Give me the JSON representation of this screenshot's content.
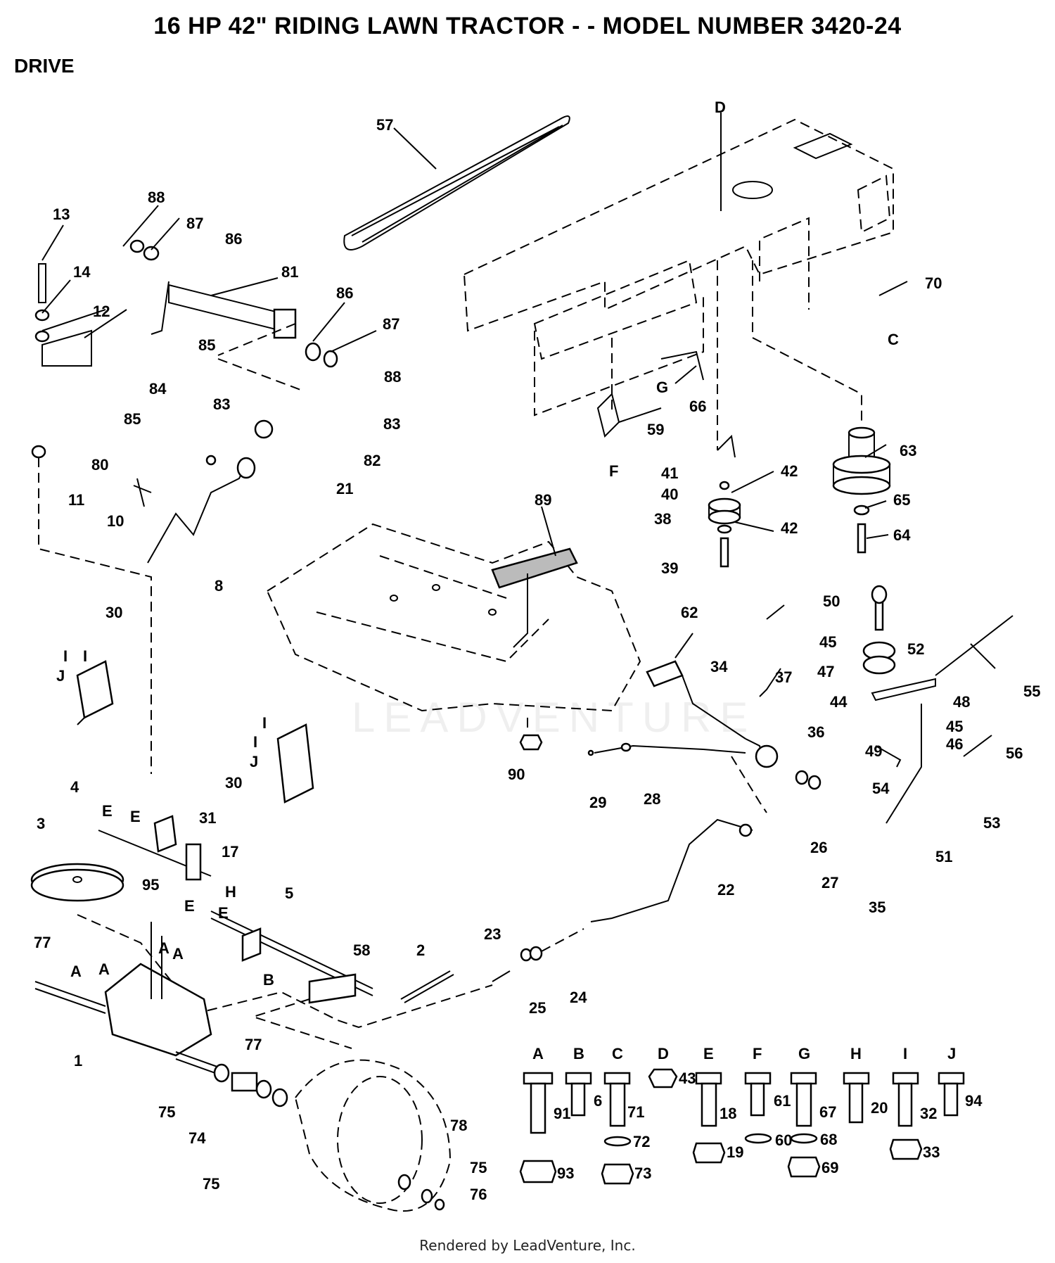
{
  "title": "16 HP 42\" RIDING LAWN TRACTOR - - MODEL NUMBER 3420-24",
  "section": "DRIVE",
  "footer": "Rendered by LeadVenture, Inc.",
  "watermark": "LEADVENTURE",
  "callouts": {
    "c57": "57",
    "cD": "D",
    "c13": "13",
    "c88a": "88",
    "c87a": "87",
    "c86a": "86",
    "c14": "14",
    "c81": "81",
    "c12": "12",
    "c85a": "85",
    "c86b": "86",
    "c87b": "87",
    "c88b": "88",
    "c84": "84",
    "c85b": "85",
    "c80": "80",
    "c83a": "83",
    "c83b": "83",
    "c82": "82",
    "c21": "21",
    "c11": "11",
    "c10": "10",
    "c8": "8",
    "c70": "70",
    "cC": "C",
    "cG": "G",
    "c66": "66",
    "c59": "59",
    "cF": "F",
    "c63": "63",
    "c41": "41",
    "c42a": "42",
    "c40": "40",
    "c38": "38",
    "c42b": "42",
    "c39": "39",
    "c65": "65",
    "c64": "64",
    "c89": "89",
    "c30a": "30",
    "cIa": "I",
    "cIb": "I",
    "cJa": "J",
    "c62": "62",
    "c50": "50",
    "c45a": "45",
    "c52": "52",
    "c55": "55",
    "c47": "47",
    "c34": "34",
    "c37": "37",
    "c44": "44",
    "c48": "48",
    "c45b": "45",
    "c46": "46",
    "c56": "56",
    "c49": "49",
    "c36": "36",
    "c30b": "30",
    "cIc": "I",
    "cId": "I",
    "cJb": "J",
    "c90": "90",
    "c29": "29",
    "c28": "28",
    "c54": "54",
    "c51": "51",
    "c53": "53",
    "c4": "4",
    "cE1": "E",
    "cE2": "E",
    "c31": "31",
    "c17": "17",
    "c3": "3",
    "c95": "95",
    "cH": "H",
    "c26": "26",
    "c27": "27",
    "c22": "22",
    "c35": "35",
    "cE3": "E",
    "cE4": "E",
    "c5": "5",
    "c77a": "77",
    "cA1": "A",
    "cA2": "A",
    "cA3": "A",
    "cA4": "A",
    "cB": "B",
    "c58": "58",
    "c2": "2",
    "c23": "23",
    "c24": "24",
    "c25": "25",
    "c77b": "77",
    "c1": "1",
    "c75a": "75",
    "c74": "74",
    "c75b": "75",
    "c78": "78",
    "c75c": "75",
    "c76": "76"
  },
  "hardware": [
    {
      "letter": "A",
      "bolt": "91",
      "nut": "93",
      "washer": ""
    },
    {
      "letter": "B",
      "bolt": "6",
      "nut": "",
      "washer": ""
    },
    {
      "letter": "C",
      "bolt": "71",
      "nut": "73",
      "washer": "72"
    },
    {
      "letter": "D",
      "bolt": "",
      "nut": "43",
      "washer": ""
    },
    {
      "letter": "E",
      "bolt": "18",
      "nut": "19",
      "washer": ""
    },
    {
      "letter": "F",
      "bolt": "61",
      "nut": "",
      "washer": "60"
    },
    {
      "letter": "G",
      "bolt": "67",
      "nut": "69",
      "washer": "68"
    },
    {
      "letter": "H",
      "bolt": "20",
      "nut": "",
      "washer": ""
    },
    {
      "letter": "I",
      "bolt": "32",
      "nut": "33",
      "washer": ""
    },
    {
      "letter": "J",
      "bolt": "94",
      "nut": "",
      "washer": ""
    }
  ]
}
